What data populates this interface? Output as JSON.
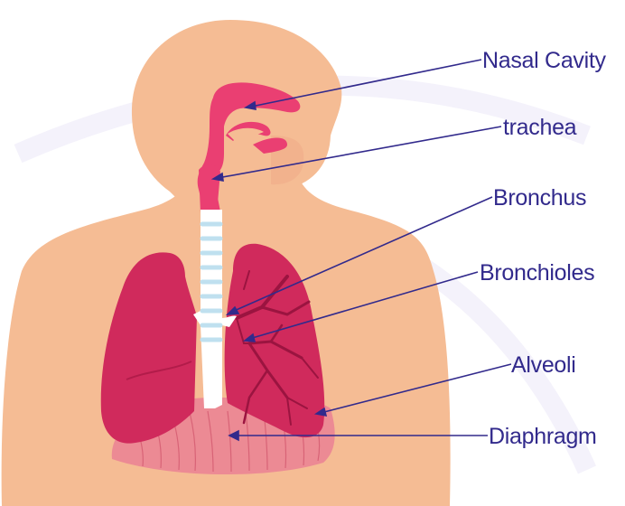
{
  "diagram": {
    "labels": {
      "nasal_cavity": "Nasal Cavity",
      "trachea": "trachea",
      "bronchus": "Bronchus",
      "bronchioles": "Bronchioles",
      "alveoli": "Alveoli",
      "diaphragm": "Diaphragm"
    },
    "colors": {
      "skin": "#f5bc94",
      "lung": "#d02a5c",
      "airway": "#ea3f72",
      "trachea_rings": "#bfe0ef",
      "diaphragm": "#ec8a94",
      "leader_line": "#322a8c",
      "label_text": "#322a8c"
    }
  }
}
